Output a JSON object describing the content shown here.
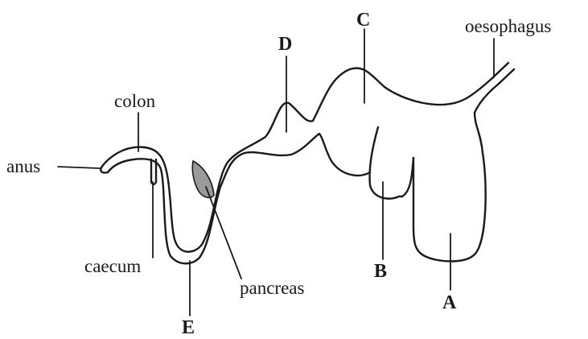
{
  "diagram": {
    "labels": {
      "oesophagus": "oesophagus",
      "colon": "colon",
      "anus": "anus",
      "caecum": "caecum",
      "pancreas": "pancreas",
      "A": "A",
      "B": "B",
      "C": "C",
      "D": "D",
      "E": "E"
    }
  }
}
